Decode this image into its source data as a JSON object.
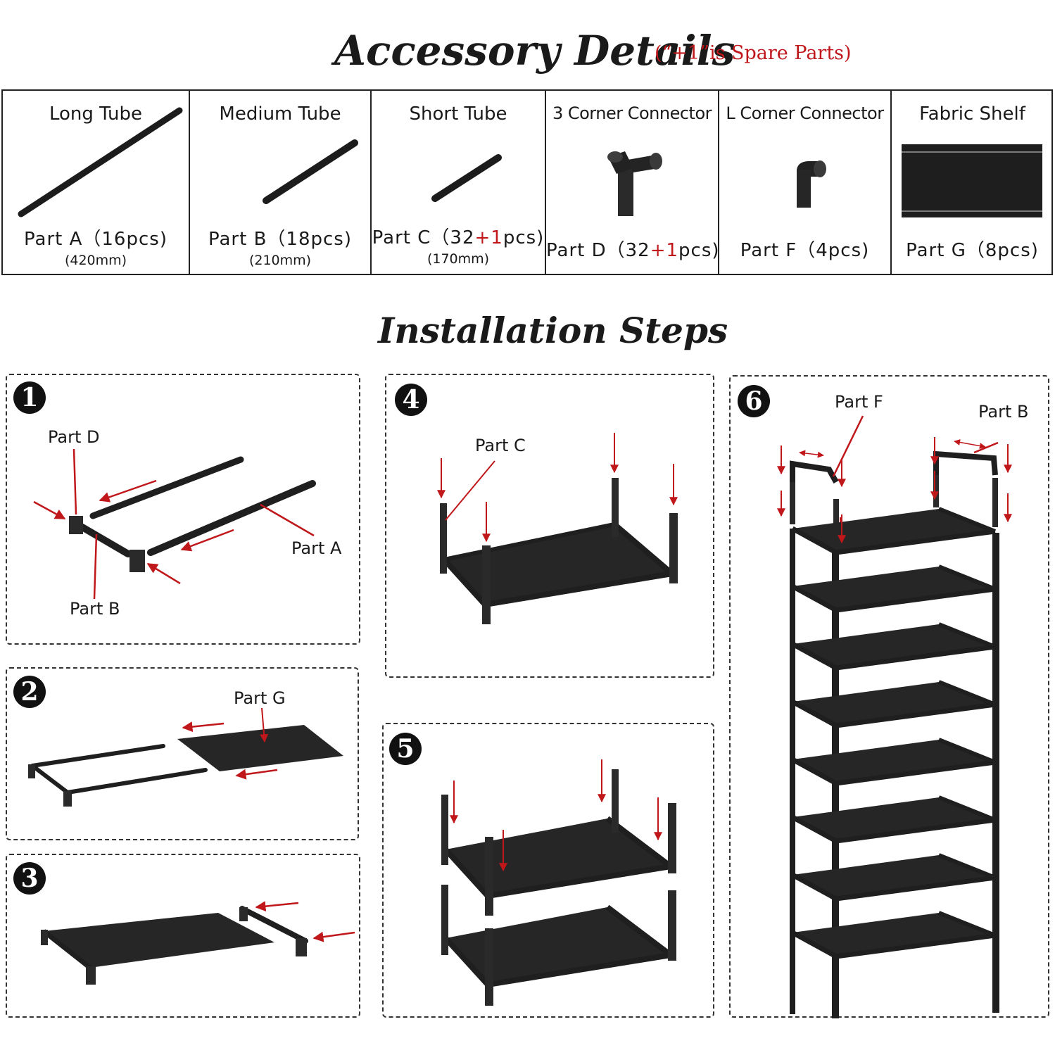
{
  "accessory": {
    "title": "Accessory Details",
    "note": "(“+1”is Spare Parts)",
    "items": [
      {
        "name": "Long Tube",
        "part": "Part  A（16pcs)",
        "length": "(420mm)",
        "icon": "long-tube"
      },
      {
        "name": "Medium Tube",
        "part": "Part  B（18pcs)",
        "length": "(210mm)",
        "icon": "medium-tube"
      },
      {
        "name": "Short Tube",
        "part_pre": "Part  C（32",
        "part_red": "+1",
        "part_post": "pcs)",
        "length": "(170mm)",
        "icon": "short-tube"
      },
      {
        "name": "3 Corner Connector",
        "part_pre": "Part  D（32",
        "part_red": "+1",
        "part_post": "pcs)",
        "icon": "three-corner-connector"
      },
      {
        "name": "L Corner Connector",
        "part": "Part  F（4pcs)",
        "icon": "l-corner-connector"
      },
      {
        "name": "Fabric Shelf",
        "part": "Part  G（8pcs)",
        "icon": "fabric-shelf"
      }
    ]
  },
  "install": {
    "title": "Installation Steps",
    "steps": [
      {
        "num": "1",
        "labels": {
          "d": "Part D",
          "a": "Part A",
          "b": "Part B"
        }
      },
      {
        "num": "2",
        "labels": {
          "g": "Part G"
        }
      },
      {
        "num": "3"
      },
      {
        "num": "4",
        "labels": {
          "c": "Part C"
        }
      },
      {
        "num": "5"
      },
      {
        "num": "6",
        "labels": {
          "f": "Part F",
          "b": "Part B"
        }
      }
    ]
  },
  "colors": {
    "frame": "#1f1f1f",
    "shelf": "#262626",
    "arrow": "#c0171b"
  }
}
